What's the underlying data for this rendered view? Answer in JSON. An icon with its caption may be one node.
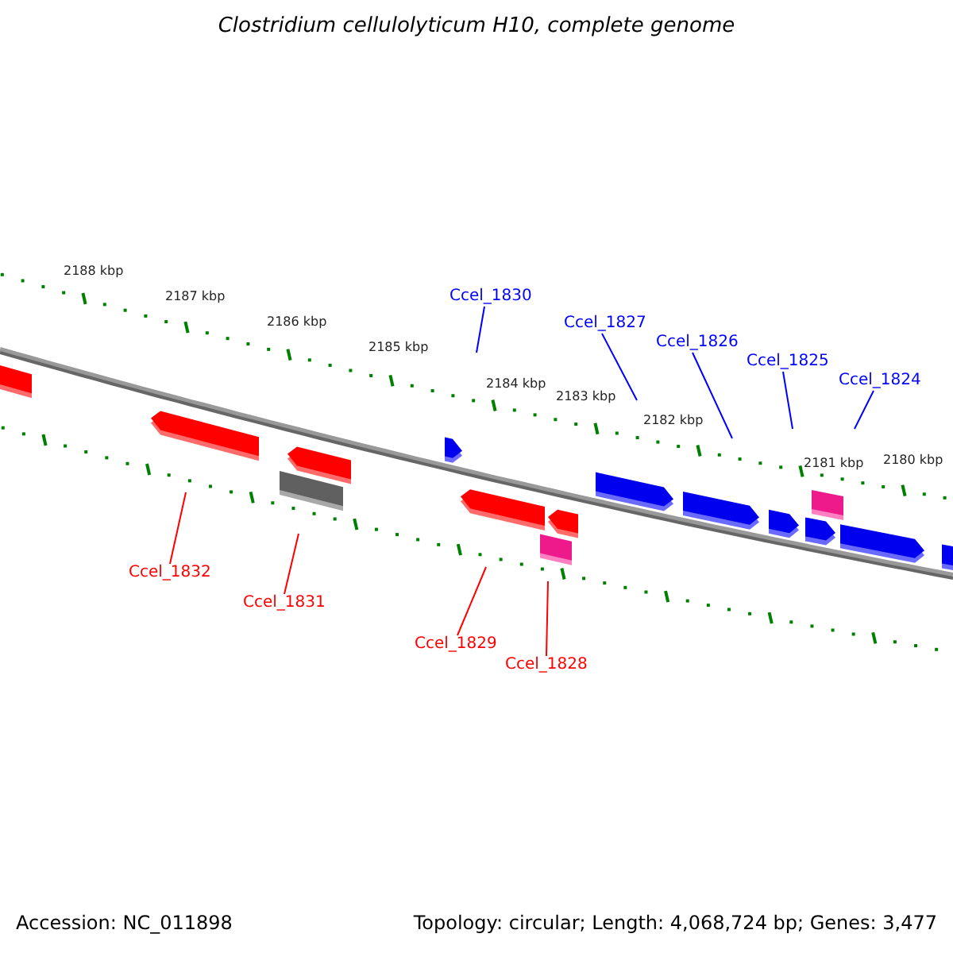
{
  "diagram": {
    "title": "Clostridium cellulolyticum H10, complete genome",
    "nodes": [
      {
        "text": [
          "Ccel_1830"
        ]
      },
      {
        "text": [
          "Ccel_1827"
        ]
      },
      {
        "text": [
          "Ccel_1826"
        ]
      },
      {
        "text": [
          "Ccel_1825"
        ]
      },
      {
        "text": [
          "Ccel_1824"
        ]
      },
      {
        "text": [
          "Ccel_1832"
        ]
      },
      {
        "text": [
          "Ccel_1831"
        ]
      },
      {
        "text": [
          "Ccel_1829"
        ]
      },
      {
        "text": [
          "Ccel_1828"
        ]
      }
    ],
    "edges": [
      {
        "from": 0,
        "to": null,
        "arrow": "none"
      },
      {
        "from": 1,
        "to": null,
        "arrow": "none"
      },
      {
        "from": 2,
        "to": null,
        "arrow": "none"
      },
      {
        "from": 3,
        "to": null,
        "arrow": "none"
      },
      {
        "from": 4,
        "to": null,
        "arrow": "none"
      },
      {
        "from": 5,
        "to": null,
        "arrow": "none",
        "color": "#ff0000"
      },
      {
        "from": 6,
        "to": null,
        "arrow": "none",
        "color": "#ff0000"
      },
      {
        "from": 7,
        "to": null,
        "arrow": "none",
        "color": "#ff0000"
      },
      {
        "from": 8,
        "to": null,
        "arrow": "none",
        "color": "#ff0000"
      }
    ],
    "labels": [
      "2188 kbp",
      "2187 kbp",
      "2186 kbp",
      "2185 kbp",
      "2184 kbp",
      "2183 kbp",
      "2182 kbp",
      "2181 kbp",
      "2180 kbp",
      "Accession: NC_011898",
      "Topology: circular; Length: 4,068,724 bp; Genes: 3,477"
    ]
  }
}
